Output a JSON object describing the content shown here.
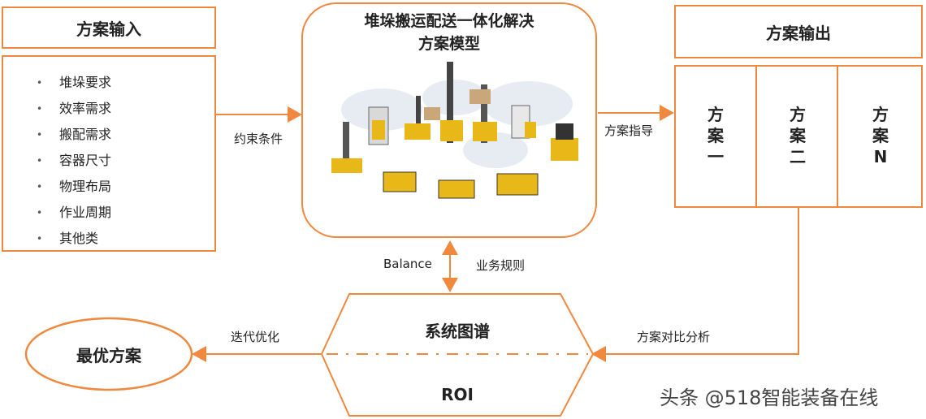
{
  "input": {
    "title": "方案输入",
    "items": [
      "堆垛要求",
      "效率需求",
      "搬配需求",
      "容器尺寸",
      "物理布局",
      "作业周期",
      "其他类"
    ]
  },
  "model": {
    "title_line1": "堆垛搬运配送一体化解决",
    "title_line2": "方案模型"
  },
  "output": {
    "title": "方案输出",
    "columns": [
      {
        "c1": "方",
        "c2": "案",
        "c3": "一"
      },
      {
        "c1": "方",
        "c2": "案",
        "c3": "二"
      },
      {
        "c1": "方",
        "c2": "案",
        "c3": "N"
      }
    ]
  },
  "labels": {
    "constraint": "约束条件",
    "guidance": "方案指导",
    "balance": "Balance",
    "rules": "业务规则",
    "iterate": "迭代优化",
    "compare": "方案对比分析"
  },
  "graph": {
    "title": "系统图谱",
    "roi": "ROI"
  },
  "best": {
    "title": "最优方案"
  },
  "watermark": "头条 @518智能装备在线",
  "colors": {
    "accent": "#f0883e",
    "forklift": "#e8b819"
  }
}
